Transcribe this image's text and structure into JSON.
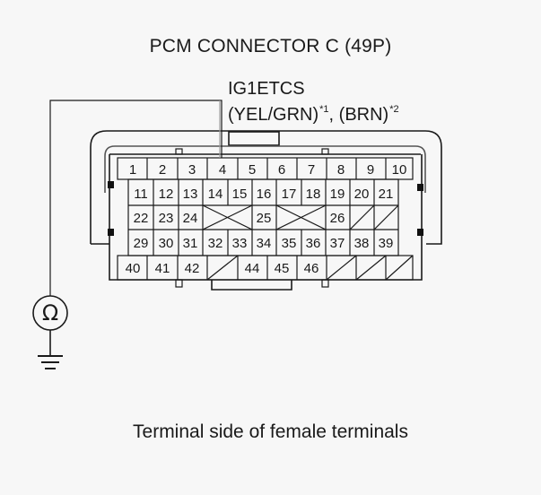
{
  "title": "PCM CONNECTOR C (49P)",
  "wire": {
    "signal": "IG1ETCS",
    "color1": "(YEL/GRN)",
    "note1": "*1",
    "separator": ", ",
    "color2": "(BRN)",
    "note2": "*2",
    "connected_pin": 4
  },
  "meter": {
    "symbol": "Ω",
    "type": "ohmmeter",
    "ground_icon": "ground-icon"
  },
  "caption": "Terminal side of female terminals",
  "connector": {
    "pin_count": "49P",
    "rows": [
      [
        "1",
        "2",
        "3",
        "4",
        "5",
        "6",
        "7",
        "8",
        "9",
        "10"
      ],
      [
        "11",
        "12",
        "13",
        "14",
        "15",
        "16",
        "17",
        "18",
        "19",
        "20",
        "21"
      ],
      [
        "22",
        "23",
        "24",
        "X",
        "25",
        "X",
        "26",
        "/",
        "/"
      ],
      [
        "29",
        "30",
        "31",
        "32",
        "33",
        "34",
        "35",
        "36",
        "37",
        "38",
        "39"
      ],
      [
        "40",
        "41",
        "42",
        "/",
        "44",
        "45",
        "46",
        "/",
        "/",
        "/"
      ]
    ]
  },
  "colors": {
    "line": "#1a1a1a",
    "background": "#f7f7f7",
    "probe_wire": "#8a8a8a"
  }
}
